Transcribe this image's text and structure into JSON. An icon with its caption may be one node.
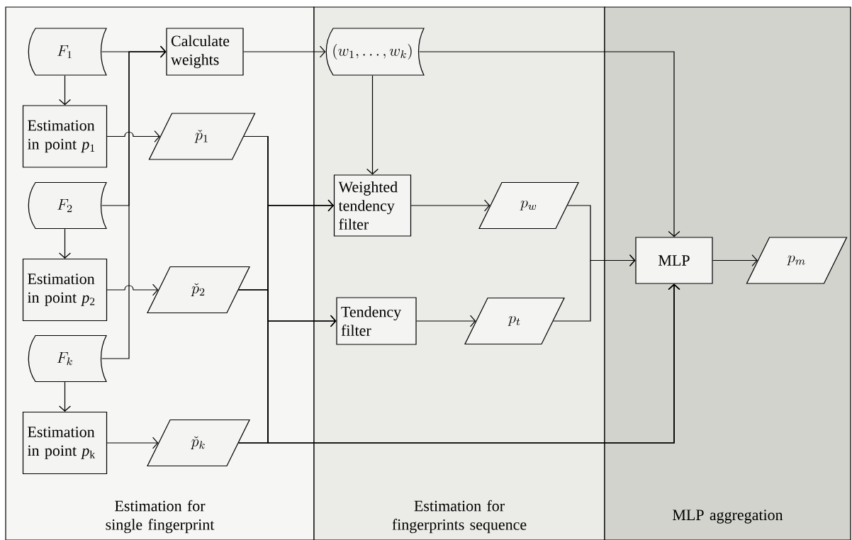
{
  "diagram": {
    "nodes": [
      {
        "text": [
          "Estimation for single fingerprint"
        ]
      },
      {
        "text": [
          "Estimation for fingerprints sequence"
        ]
      },
      {
        "text": [
          "MLP aggregation"
        ]
      },
      {
        "text": [
          "F_1"
        ],
        "in": 0
      },
      {
        "text": [
          "Calculate weights"
        ],
        "in": 0
      },
      {
        "text": [
          "Estimation in point *p*$_{1}$"
        ],
        "in": 0
      },
      {
        "text": [
          "\\check{p}_1"
        ],
        "in": 0
      },
      {
        "text": [
          "F_2"
        ],
        "in": 0
      },
      {
        "text": [
          "Estimation in point *p*$_{2}$"
        ],
        "in": 0
      },
      {
        "text": [
          "\\check{p}_2"
        ],
        "in": 0
      },
      {
        "text": [
          "F_k"
        ],
        "in": 0
      },
      {
        "text": [
          "Estimation in point *p*$_{k}$"
        ],
        "in": 0
      },
      {
        "text": [
          "\\check{p}_k"
        ],
        "in": 0
      },
      {
        "text": [
          "(w_1,\\ldots,w_k)"
        ],
        "in": 1
      },
      {
        "text": [
          "Weighted tendency filter"
        ],
        "in": 1
      },
      {
        "text": [
          "p_w"
        ],
        "in": 1
      },
      {
        "text": [
          "Tendency filter"
        ],
        "in": 1
      },
      {
        "text": [
          "p_t"
        ],
        "in": 1
      },
      {
        "text": [
          "MLP"
        ],
        "in": 2
      },
      {
        "text": [
          "p_m"
        ],
        "in": 2
      }
    ],
    "edges": [
      {
        "from": 3,
        "to": 5,
        "arrow": "to"
      },
      {
        "from": 7,
        "to": 8,
        "arrow": "to"
      },
      {
        "from": 10,
        "to": 11,
        "arrow": "to"
      },
      {
        "from": 3,
        "to": 4,
        "arrow": "to"
      },
      {
        "from": 7,
        "to": 4,
        "arrow": "to"
      },
      {
        "from": 10,
        "to": 4,
        "arrow": "to"
      },
      {
        "from": 4,
        "to": 13,
        "arrow": "to"
      },
      {
        "from": 5,
        "to": 6,
        "arrow": "to"
      },
      {
        "from": 8,
        "to": 9,
        "arrow": "to"
      },
      {
        "from": 11,
        "to": 12,
        "arrow": "to"
      },
      {
        "from": 13,
        "to": 14,
        "arrow": "to"
      },
      {
        "from": 13,
        "to": 18,
        "arrow": "to"
      },
      {
        "from": 6,
        "to": 14,
        "arrow": "to"
      },
      {
        "from": 9,
        "to": 14,
        "arrow": "to"
      },
      {
        "from": 12,
        "to": 14,
        "arrow": "to"
      },
      {
        "from": 6,
        "to": 16,
        "arrow": "to"
      },
      {
        "from": 9,
        "to": 16,
        "arrow": "to"
      },
      {
        "from": 12,
        "to": 16,
        "arrow": "to"
      },
      {
        "from": 6,
        "to": 18,
        "arrow": "to"
      },
      {
        "from": 9,
        "to": 18,
        "arrow": "to"
      },
      {
        "from": 12,
        "to": 18,
        "arrow": "to"
      },
      {
        "from": 14,
        "to": 15,
        "arrow": "to"
      },
      {
        "from": 16,
        "to": 17,
        "arrow": "to"
      },
      {
        "from": 15,
        "to": 18,
        "arrow": "to"
      },
      {
        "from": 17,
        "to": 18,
        "arrow": "to"
      },
      {
        "from": 18,
        "to": 19,
        "arrow": "to"
      }
    ]
  }
}
